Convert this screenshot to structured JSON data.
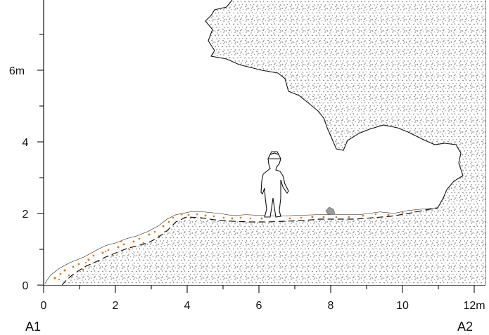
{
  "figure": {
    "type": "cave-profile-section",
    "x_axis": {
      "ticks": [
        "0",
        "2",
        "4",
        "6",
        "8",
        "10",
        "12m"
      ],
      "range_m": [
        0,
        12.3
      ]
    },
    "y_axis": {
      "ticks": [
        "0",
        "2",
        "4",
        "6m"
      ],
      "range_m": [
        0,
        8
      ]
    },
    "section_labels": {
      "start": "A1",
      "end": "A2"
    },
    "colors": {
      "rock_dots": "#8c8c8c",
      "sediment_dots": "#e07b14",
      "outline": "#111111",
      "figure_fill": "#ffffff",
      "stone": "#9a9a9a"
    },
    "features": [
      "rock-fill",
      "cave-ceiling",
      "cave-floor",
      "sediment-layer",
      "human-scale-figure",
      "stone"
    ]
  }
}
